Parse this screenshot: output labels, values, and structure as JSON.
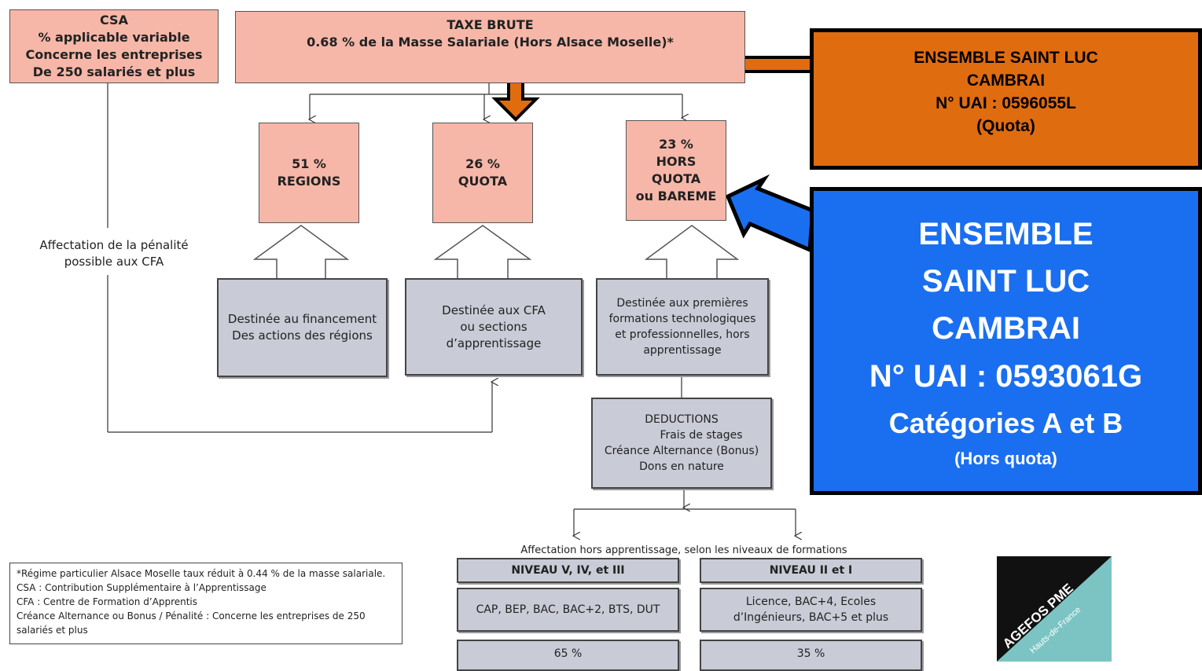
{
  "csa": {
    "lines": [
      "CSA",
      "% applicable variable",
      "Concerne les entreprises",
      "De 250 salariés et plus"
    ]
  },
  "taxe": {
    "lines": [
      "TAXE BRUTE",
      "0.68 % de la Masse Salariale (Hors Alsace Moselle)*"
    ]
  },
  "regions": {
    "lines": [
      "51 %",
      "REGIONS"
    ]
  },
  "quota": {
    "lines": [
      "26 %",
      "QUOTA"
    ]
  },
  "hors_quota": {
    "lines": [
      "23 %",
      "HORS",
      "QUOTA",
      "ou BAREME"
    ]
  },
  "penalite": {
    "lines": [
      "Affectation de la pénalité",
      "possible aux CFA"
    ]
  },
  "dest_regions": {
    "lines": [
      "Destinée au financement",
      "Des actions des régions"
    ]
  },
  "dest_cfa": {
    "lines": [
      "Destinée aux CFA",
      "ou sections",
      "d’apprentissage"
    ]
  },
  "dest_premieres": {
    "lines": [
      "Destinée aux premières",
      "formations technologiques",
      "et professionnelles, hors",
      "apprentissage"
    ]
  },
  "deductions": {
    "lines": [
      "DEDUCTIONS",
      "Frais de stages",
      "Créance Alternance (Bonus)",
      "Dons en nature"
    ]
  },
  "affectation": "Affectation hors apprentissage, selon les niveaux de formations",
  "niveau1": {
    "header": "NIVEAU V, IV, et III",
    "body": "CAP, BEP, BAC, BAC+2, BTS, DUT",
    "pct": "65 %"
  },
  "niveau2": {
    "header": "NIVEAU II et I",
    "body": [
      "Licence, BAC+4, Ecoles",
      "d’Ingénieurs, BAC+5 et plus"
    ],
    "pct": "35 %"
  },
  "legend": {
    "lines": [
      "*Régime particulier Alsace Moselle taux réduit à 0.44 % de la masse salariale.",
      "CSA : Contribution Supplémentaire à l’Apprentissage",
      "CFA : Centre de Formation d’Apprentis",
      "Créance Alternance ou Bonus / Pénalité : Concerne les entreprises  de 250",
      "salariés et plus"
    ]
  },
  "callout_orange": {
    "lines": [
      "ENSEMBLE SAINT LUC",
      "CAMBRAI",
      "N° UAI : 0596055L",
      "(Quota)"
    ]
  },
  "callout_blue": {
    "lines": [
      "ENSEMBLE",
      "SAINT LUC",
      "CAMBRAI",
      "N° UAI : 0593061G",
      "Catégories A et B",
      "(Hors quota)"
    ]
  },
  "logo": {
    "line1": "AGEFOS PME",
    "line2": "Hauts-de-France"
  },
  "colors": {
    "salmon": "#f6b7a8",
    "grey": "#c9cbd6",
    "orange": "#e06c10",
    "blue": "#1a6ff0",
    "logo_teal": "#7cc4c4",
    "logo_black": "#111111"
  }
}
